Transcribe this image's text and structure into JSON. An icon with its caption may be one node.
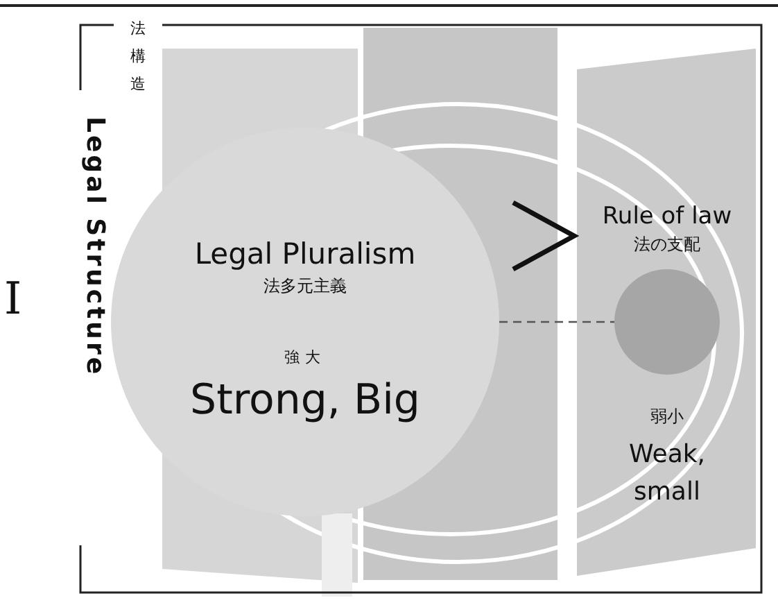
{
  "diagram": {
    "nodes": [
      {
        "text": [
          "Legal Pluralism",
          "法多元主義",
          "強大",
          "Strong, Big"
        ]
      },
      {
        "text": [],
        "shape": "circle",
        "beside": [
          "Rule of law",
          "法の支配",
          "弱小",
          "Weak, small"
        ]
      }
    ],
    "edges": [
      {
        "from": 0,
        "to": 1,
        "arrow": "none",
        "style": "dashed"
      }
    ],
    "labels": [
      "法構造",
      "Legal Structure",
      "I"
    ]
  }
}
